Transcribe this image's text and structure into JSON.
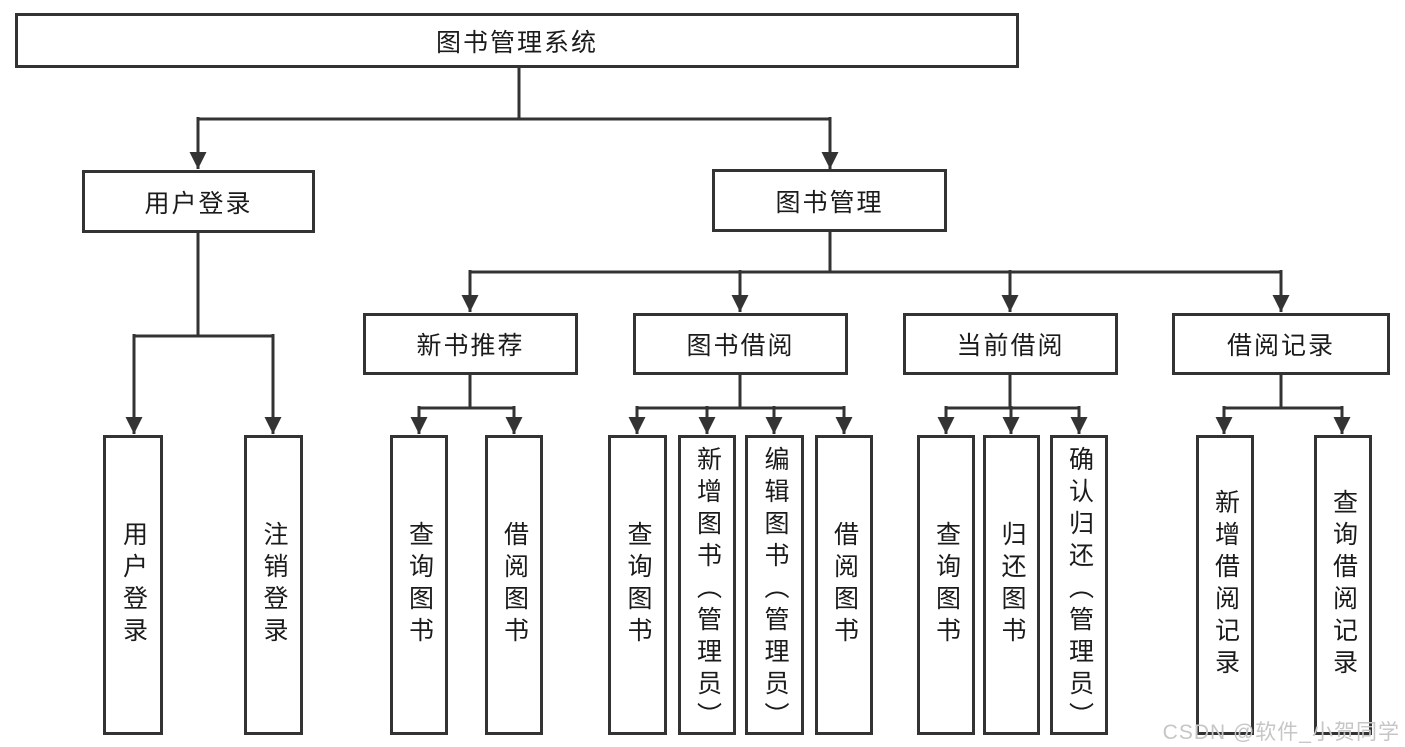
{
  "diagram": {
    "root": {
      "label": "图书管理系统"
    },
    "branches": [
      {
        "label": "用户登录",
        "children": [
          "用户登录",
          "注销登录"
        ]
      },
      {
        "label": "图书管理"
      }
    ],
    "modules": [
      {
        "label": "新书推荐",
        "children": [
          "查询图书",
          "借阅图书"
        ]
      },
      {
        "label": "图书借阅",
        "children": [
          "查询图书",
          "新增图书（管理员）",
          "编辑图书（管理员）",
          "借阅图书"
        ]
      },
      {
        "label": "当前借阅",
        "children": [
          "查询图书",
          "归还图书",
          "确认归还（管理员）"
        ]
      },
      {
        "label": "借阅记录",
        "children": [
          "新增借阅记录",
          "查询借阅记录"
        ]
      }
    ],
    "watermark": "CSDN @软件_小贺同学",
    "colors": {
      "line": "#333333",
      "text": "#1b1b1b",
      "watermark": "#c6c6c6",
      "background": "#ffffff"
    }
  }
}
